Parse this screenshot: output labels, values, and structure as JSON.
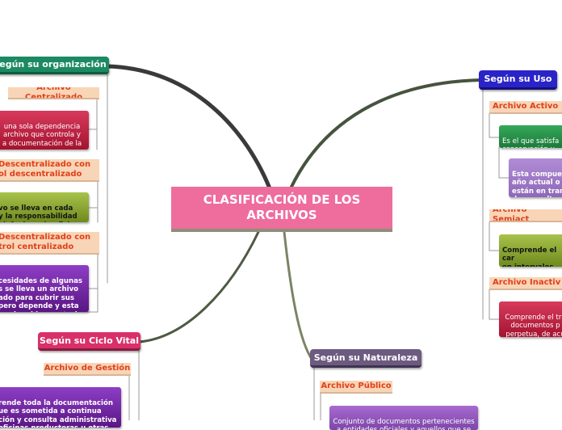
{
  "central_title": "CLASIFICACIÓN DE LOS ARCHIVOS",
  "branches": {
    "organizacion": {
      "label": "Según su organización",
      "color": "#1b8a63",
      "items": [
        {
          "label": "Archivo Centralizado",
          "description": "una sola dependencia\narchivo que controla y\na documentación de la\nempresa."
        },
        {
          "label": "Descentralizado con\nol descentralizado",
          "description": "vo se lleva en cada\ny la responsabilidad\nl jefe de cada oficina."
        },
        {
          "label": "Descentralizado con\ntrol centralizado",
          "description": "cesidades de algunas\ns se lleva un archivo\nado para cubrir sus\npero depende y esta\nor el archivo central."
        }
      ]
    },
    "uso": {
      "label": "Según su Uso",
      "color": "#2a24c8",
      "items": [
        {
          "label": "Archivo Activo",
          "descriptions": [
            "Es el que satisfa\nconservación y",
            "Esta compue\naño actual o\nestán en tran\nde consulta p"
          ]
        },
        {
          "label": "Archivo Semiact",
          "description": "Comprende el car\nen intervalos dete\nconservación y co\nfrecuente."
        },
        {
          "label": "Archivo Inactiv",
          "description": "Comprende el tra\ndocumentos p\nperpetua, de acu\nlegales, dfiscales,"
        }
      ]
    },
    "ciclo_vital": {
      "label": "Según su Ciclo Vital",
      "color": "#d9306a",
      "items": [
        {
          "label": "Archivo de Gestión",
          "description": "rende toda la documentación\nue es sometida a continua\nción y consulta administrativa\noficinas productoras u otras"
        }
      ]
    },
    "naturaleza": {
      "label": "Según su Naturaleza",
      "color": "#6c5a80",
      "items": [
        {
          "label": "Archivo Público",
          "description": "Conjunto de documentos pertenecientes\na entidades oficiales y aquellos que se"
        }
      ]
    }
  },
  "colors": {
    "central": "#ee6d9c",
    "connector": "#3a3a3a",
    "subtopic_fill": "#f8d5b7",
    "subtopic_text": "#e0401a"
  }
}
